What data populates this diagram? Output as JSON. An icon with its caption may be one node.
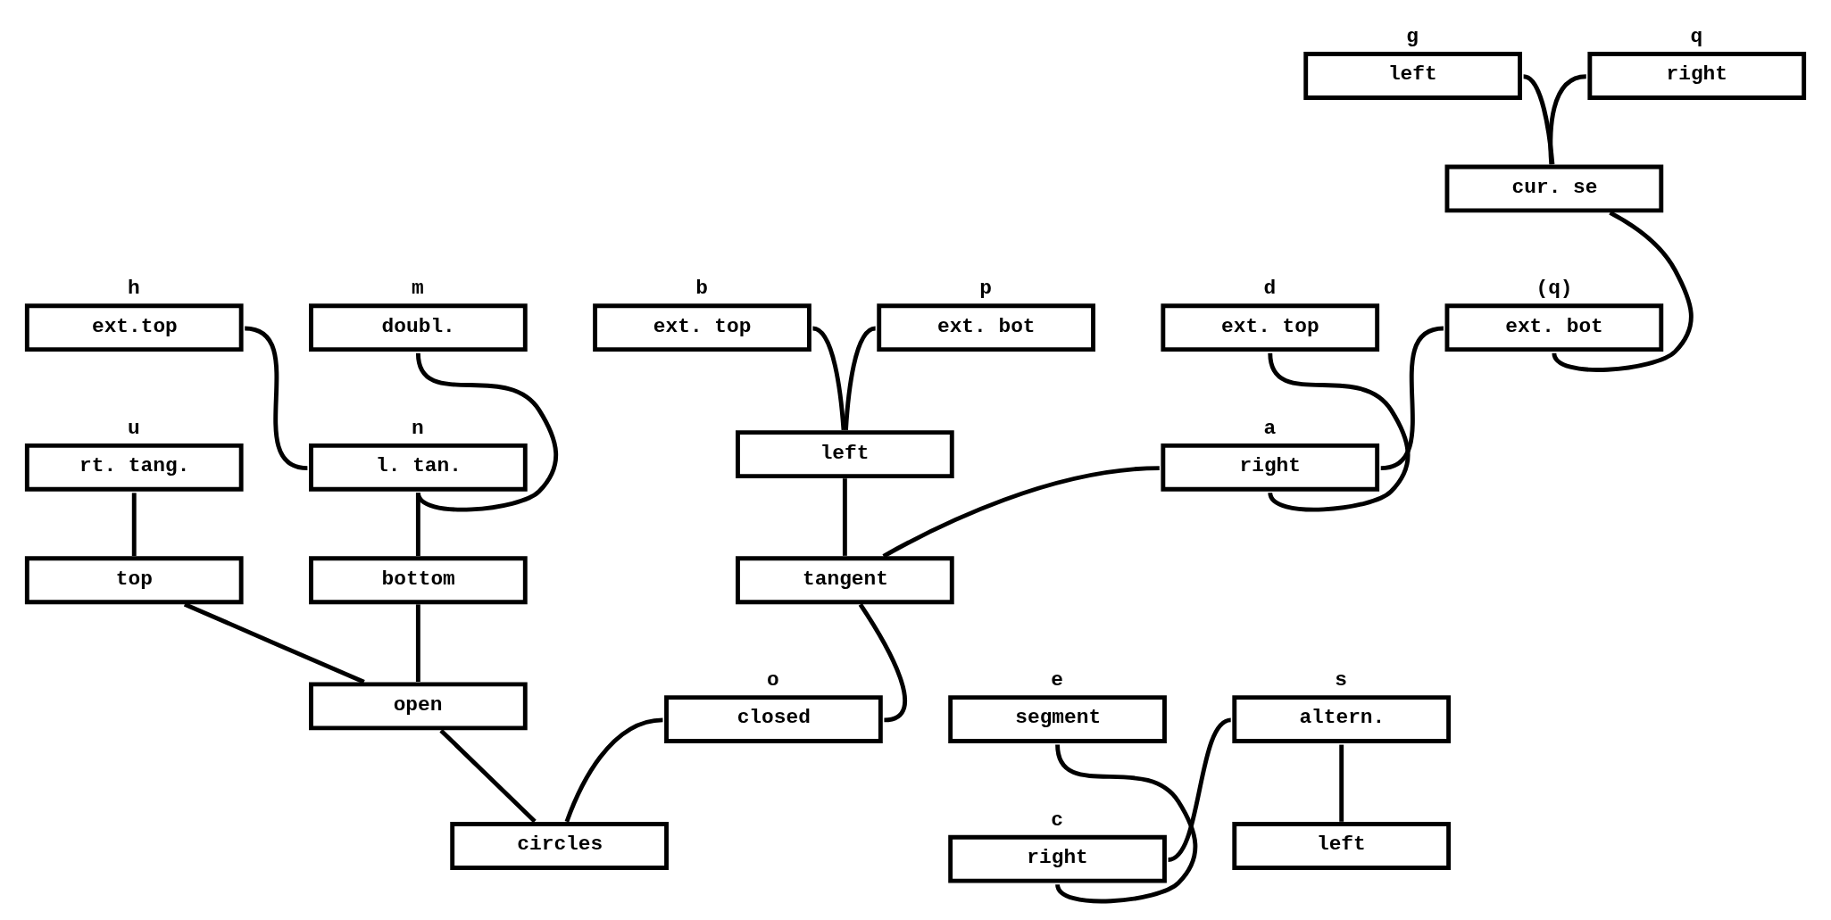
{
  "diagram": {
    "nodes": [
      {
        "text": [
          "g",
          "left"
        ]
      },
      {
        "text": [
          "q",
          "right"
        ]
      },
      {
        "text": [
          "h",
          "ext.top"
        ]
      },
      {
        "text": [
          "cur. se"
        ]
      },
      {
        "text": [
          "e",
          "segment"
        ]
      },
      {
        "text": [
          "m",
          "doubl."
        ]
      },
      {
        "text": [
          "b",
          "ext. top"
        ]
      },
      {
        "text": [
          "p",
          "ext. bot"
        ]
      },
      {
        "text": [
          "d",
          "ext. top"
        ]
      },
      {
        "text": [
          "(q)",
          "ext. bot"
        ]
      },
      {
        "text": [
          "s",
          "altern."
        ]
      },
      {
        "text": [
          "n",
          "l. tan."
        ]
      },
      {
        "text": [
          "u",
          "rt. tang."
        ]
      },
      {
        "text": [
          "left"
        ]
      },
      {
        "text": [
          "a",
          "right"
        ]
      },
      {
        "text": [
          "top"
        ]
      },
      {
        "text": [
          "left"
        ]
      },
      {
        "text": [
          "c",
          "right"
        ]
      },
      {
        "text": [
          "bottom"
        ]
      },
      {
        "text": [
          "tangent"
        ]
      },
      {
        "text": [
          "open"
        ]
      },
      {
        "text": [
          "o",
          "closed"
        ]
      },
      {
        "text": [
          "circles"
        ]
      }
    ],
    "edges": [
      {
        "from": 22,
        "to": 20,
        "arrow": "none"
      },
      {
        "from": 22,
        "to": 21,
        "arrow": "none"
      },
      {
        "from": 20,
        "to": 15,
        "arrow": "none"
      },
      {
        "from": 20,
        "to": 18,
        "arrow": "none"
      },
      {
        "from": 15,
        "to": 12,
        "arrow": "none"
      },
      {
        "from": 18,
        "to": 11,
        "arrow": "none"
      },
      {
        "from": 11,
        "to": 2,
        "arrow": "none"
      },
      {
        "from": 11,
        "to": 5,
        "arrow": "none"
      },
      {
        "from": 16,
        "to": 10,
        "arrow": "none"
      },
      {
        "from": 17,
        "to": 10,
        "arrow": "none"
      },
      {
        "from": 17,
        "to": 4,
        "arrow": "none"
      },
      {
        "from": 21,
        "to": 19,
        "arrow": "none"
      },
      {
        "from": 19,
        "to": 13,
        "arrow": "none"
      },
      {
        "from": 19,
        "to": 14,
        "arrow": "none"
      },
      {
        "from": 13,
        "to": 6,
        "arrow": "none"
      },
      {
        "from": 13,
        "to": 7,
        "arrow": "none"
      },
      {
        "from": 14,
        "to": 8,
        "arrow": "none"
      },
      {
        "from": 14,
        "to": 9,
        "arrow": "none"
      },
      {
        "from": 9,
        "to": 3,
        "arrow": "none"
      },
      {
        "from": 3,
        "to": 0,
        "arrow": "none"
      },
      {
        "from": 3,
        "to": 1,
        "arrow": "none"
      }
    ]
  }
}
